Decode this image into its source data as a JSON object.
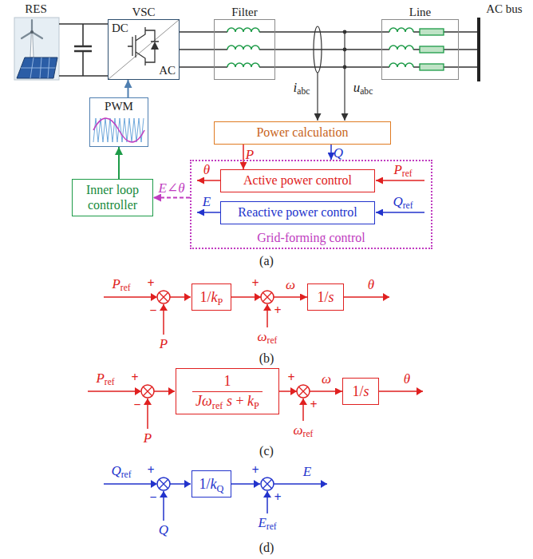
{
  "diagram": {
    "nodes": [
      {
        "text": [
          "VSC",
          "DC",
          "AC"
        ]
      },
      {
        "text": [
          "Filter"
        ]
      },
      {
        "text": [
          "Line"
        ]
      },
      {
        "text": [
          "PWM"
        ]
      },
      {
        "text": [
          "Power calculation"
        ]
      },
      {
        "text": [
          "Grid-forming control"
        ]
      },
      {
        "text": [
          "Active power control"
        ],
        "in": 5
      },
      {
        "text": [
          "Reactive power control"
        ],
        "in": 5
      },
      {
        "text": [
          "Inner loop controller"
        ]
      },
      {
        "text": [
          "1/kP"
        ]
      },
      {
        "text": [
          "1/s"
        ]
      },
      {
        "text": [
          "1",
          "Jωref s + kP"
        ]
      },
      {
        "text": [
          "1/s"
        ]
      },
      {
        "text": [
          "1/kQ"
        ]
      }
    ],
    "edges": [
      {
        "from": 0,
        "to": 1,
        "arrow": "none"
      },
      {
        "from": 1,
        "to": 2,
        "arrow": "none"
      },
      {
        "from": 3,
        "to": 0,
        "arrow": "to"
      },
      {
        "from": 8,
        "to": 3,
        "arrow": "to"
      },
      {
        "from": 4,
        "to": 6,
        "arrow": "to",
        "label": "P"
      },
      {
        "from": 4,
        "to": 5,
        "arrow": "to",
        "label": "Q"
      },
      {
        "from": 5,
        "to": 8,
        "arrow": "to",
        "label": "E∠θ"
      },
      {
        "from": 9,
        "to": 10,
        "arrow": "to",
        "label": "ω"
      },
      {
        "from": 11,
        "to": 12,
        "arrow": "to",
        "label": "ω"
      }
    ],
    "labels": [
      "RES",
      "AC bus",
      "iabc",
      "uabc",
      "θ",
      "E",
      "Pref",
      "Qref",
      "(a)",
      "Pref",
      "+",
      "−",
      "P",
      "ωref",
      "+",
      "+",
      "θ",
      "(b)",
      "Pref",
      "+",
      "−",
      "P",
      "ωref",
      "+",
      "+",
      "θ",
      "(c)",
      "Qref",
      "+",
      "−",
      "Q",
      "Eref",
      "+",
      "+",
      "E",
      "(d)"
    ]
  }
}
